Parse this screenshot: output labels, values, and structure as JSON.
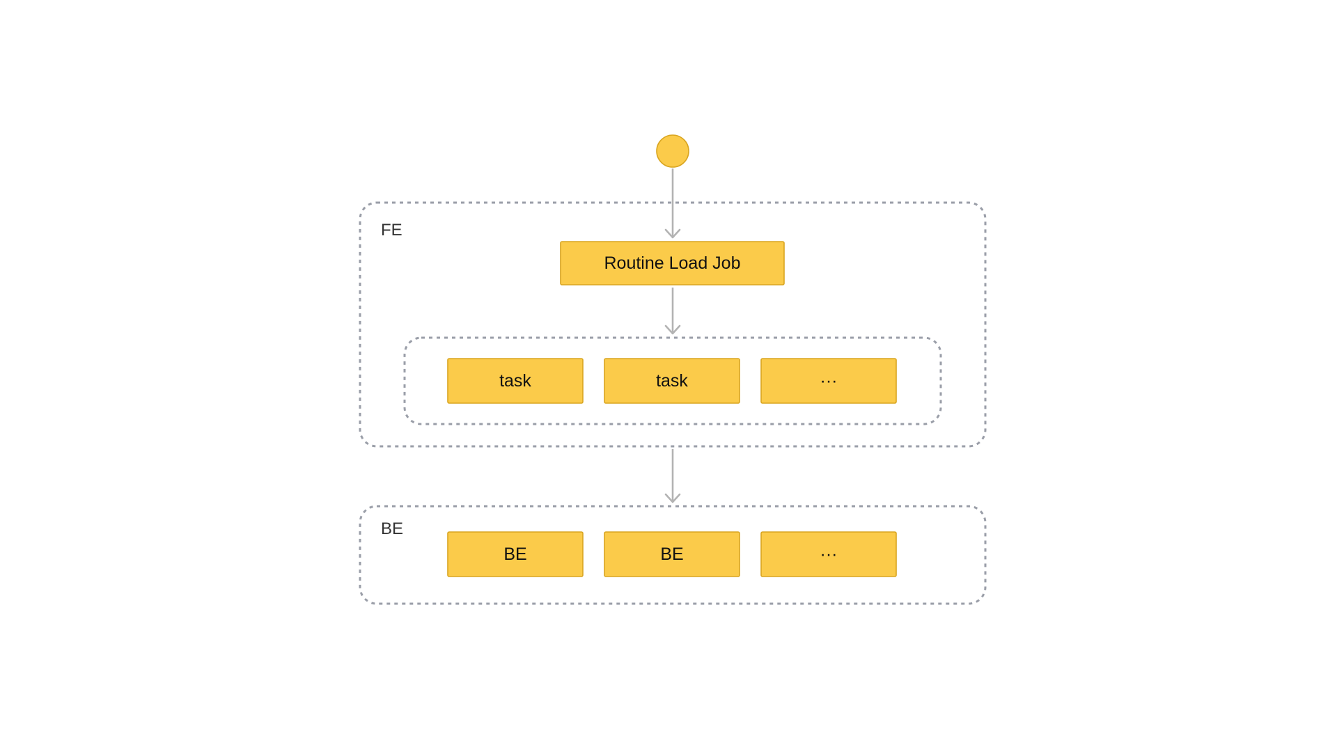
{
  "colors": {
    "node_fill": "#fbcb4a",
    "node_border": "#d9a520",
    "group_border": "#9a9ea8",
    "arrow": "#b3b3b3",
    "background": "#ffffff"
  },
  "groups": {
    "fe": {
      "label": "FE"
    },
    "be": {
      "label": "BE"
    }
  },
  "nodes": {
    "job": {
      "label": "Routine Load Job"
    },
    "tasks": [
      {
        "label": "task"
      },
      {
        "label": "task"
      },
      {
        "label": "···"
      }
    ],
    "backends": [
      {
        "label": "BE"
      },
      {
        "label": "BE"
      },
      {
        "label": "···"
      }
    ]
  }
}
